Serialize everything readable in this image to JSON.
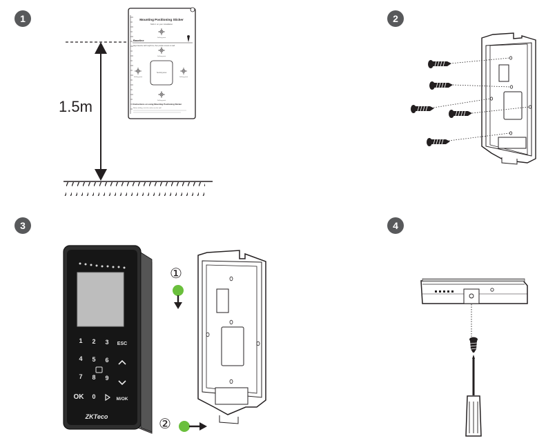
{
  "steps": [
    {
      "number": "1"
    },
    {
      "number": "2"
    },
    {
      "number": "3"
    },
    {
      "number": "4"
    }
  ],
  "panel1": {
    "height_label": "1.5m",
    "sticker": {
      "title": "Mounting Positioning Sticker",
      "subtitle": "Stick it on your installation",
      "baseline_label": "Baseline",
      "baseline_text": "Align baseline with height line, then position screws on wall",
      "center_label": "Sensing area",
      "hole_label": "Drilling point",
      "instructions_title": "Instructions on using Mounting Positioning Sticker",
      "instructions_text": "Before drilling, stick the sticker on the wall"
    }
  },
  "panel3": {
    "step_markers": [
      "①",
      "②"
    ],
    "keypad": {
      "keys": [
        "1",
        "2",
        "3",
        "ESC",
        "4",
        "5",
        "6",
        "7",
        "8",
        "9",
        "0",
        "M/OK"
      ],
      "ok_label": "OK",
      "brand": "ZKTeco"
    }
  },
  "colors": {
    "step_circle": "#58595b",
    "green_marker": "#6abf3c",
    "line": "#231f20"
  },
  "icons": [
    "arrow-up-icon",
    "arrow-down-icon",
    "arrow-right-icon",
    "chevron-up-icon",
    "chevron-down-icon",
    "play-icon",
    "screw-icon",
    "screwdriver-icon"
  ]
}
